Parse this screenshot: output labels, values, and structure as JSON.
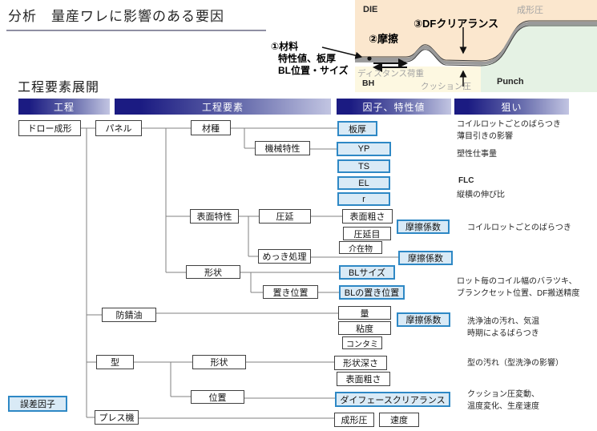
{
  "title": "分析　量産ワレに影響のある要因",
  "section_title": "工程要素展開",
  "diagram": {
    "die": "DIE",
    "forming_pressure": "成形圧",
    "df_clearance": "③DFクリアランス",
    "friction": "②摩擦",
    "material_lines": {
      "l1": "①材料",
      "l2": "特性値、板厚",
      "l3": "BL位置・サイズ"
    },
    "distance_load": "ディスタンス荷重",
    "bh": "BH",
    "cushion": "クッション圧",
    "punch": "Punch",
    "colors": {
      "die_bg": "#fbe7ce",
      "bh_bg": "#fdf8e1",
      "punch_bg": "#e5f2e4"
    }
  },
  "headers": {
    "process": "工程",
    "elements": "工程要素",
    "factors": "因子、特性値",
    "aim": "狙い"
  },
  "nodes": {
    "draw_forming": "ドロー成形",
    "panel": "パネル",
    "material_type": "材種",
    "mechanical_props": "機械特性",
    "thickness": "板厚",
    "yp": "YP",
    "ts": "TS",
    "el": "EL",
    "r": "r",
    "surface_props": "表面特性",
    "rolling": "圧延",
    "surface_roughness1": "表面粗さ",
    "friction_coef1": "摩擦係数",
    "rolling_grain": "圧延目",
    "inclusions": "介在物",
    "plating": "めっき処理",
    "friction_coef2": "摩擦係数",
    "shape1": "形状",
    "bl_size": "BLサイズ",
    "placement": "置き位置",
    "bl_placement": "BLの置き位置",
    "rust_oil": "防錆油",
    "amount": "量",
    "friction_coef3": "摩擦係数",
    "viscosity": "粘度",
    "contamination": "コンタミ",
    "die": "型",
    "shape2": "形状",
    "shape_depth": "形状深さ",
    "surface_roughness2": "表面粗さ",
    "position": "位置",
    "df_clearance": "ダイフェースクリアランス",
    "error_factor": "誤差因子",
    "press_machine": "プレス機",
    "forming_pressure": "成形圧",
    "speed": "速度"
  },
  "aims": {
    "coil_lot": "コイルロットごとのばらつき",
    "thin_gauge": "薄目引きの影響",
    "plastic_work": "塑性仕事量",
    "flc": "FLC",
    "elong_ratio": "縦横の伸び比",
    "coil_lot2": "コイルロットごとのばらつき",
    "coil_width": "ロット毎のコイル幅のバラツキ、",
    "blank_set": "ブランクセット位置、DF搬送精度",
    "oil_dirt": "洗浄油の汚れ、気温",
    "season_var": "時期によるばらつき",
    "die_dirt": "型の汚れ（型洗浄の影響）",
    "cushion_var": "クッション圧変動、",
    "temp_speed": "温度変化、生産速度"
  },
  "colors": {
    "accent_blue_fill": "#d9eaf6",
    "accent_blue_border": "#2e88c5",
    "header_dark": "#1b1b82",
    "header_light": "#c2c5e2",
    "connector_gray": "#808080"
  }
}
